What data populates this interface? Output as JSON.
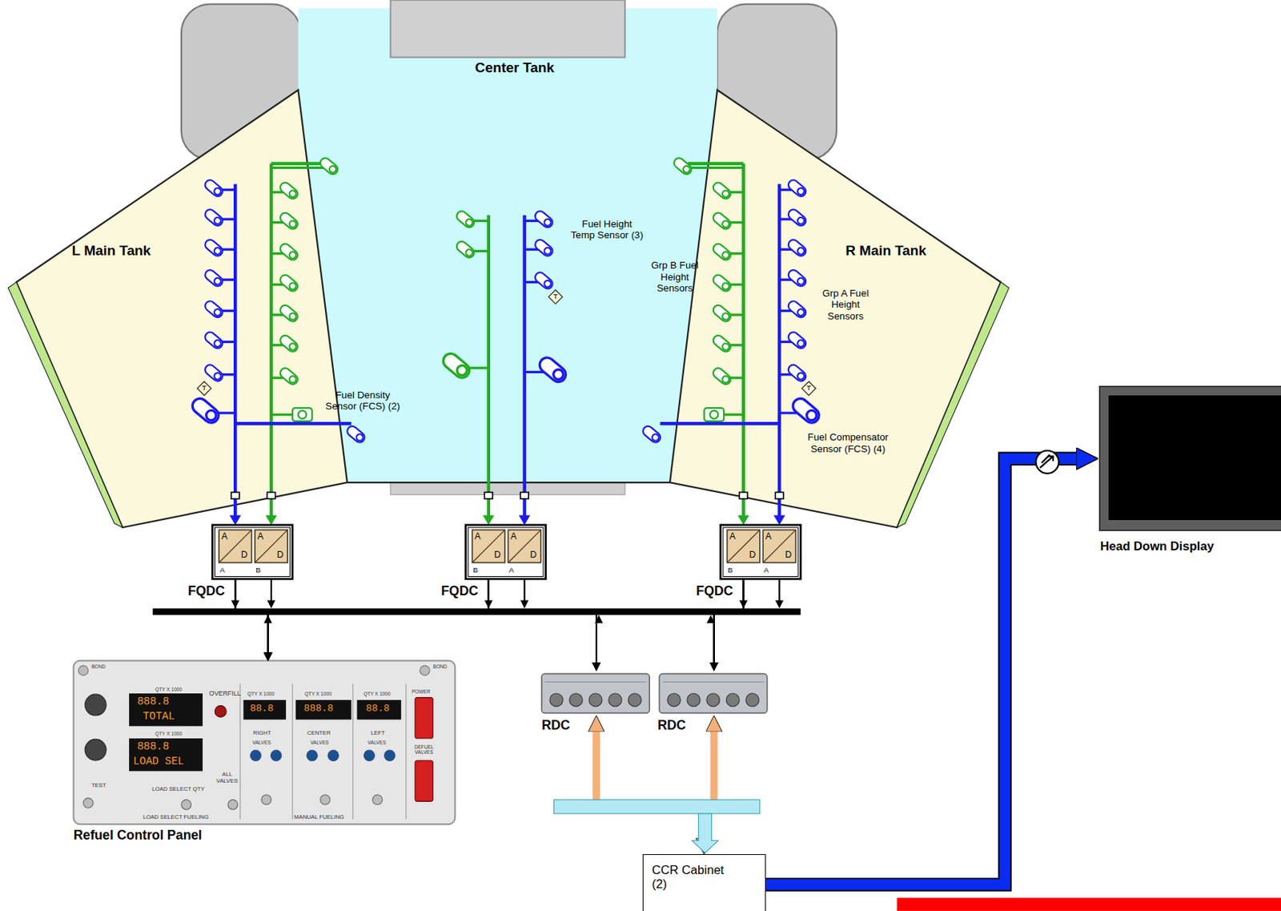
{
  "diagram": {
    "nodes": [
      {
        "text": [
          "FQDC",
          "A",
          "D",
          "A",
          "A",
          "D",
          "B"
        ]
      },
      {
        "text": [
          "FQDC",
          "A",
          "D",
          "B",
          "A",
          "D",
          "A"
        ]
      },
      {
        "text": [
          "FQDC",
          "A",
          "D",
          "B",
          "A",
          "D",
          "A"
        ]
      },
      {
        "text": [
          "Refuel Control Panel",
          "BOND",
          "BOND",
          "QTY X 1000",
          "888.8",
          "TOTAL",
          "OVERFILL",
          "QTY X 1000",
          "888.8",
          "LOAD SEL",
          "TEST",
          "LOAD SELECT QTY",
          "ALL VALVES",
          "LOAD SELECT FUELING",
          "QTY X 1000",
          "88.8",
          "RIGHT",
          "VALVES",
          "QTY X 1000",
          "888.8",
          "CENTER",
          "VALVES",
          "QTY X 1000",
          "88.8",
          "LEFT",
          "VALVES",
          "MANUAL FUELING",
          "POWER",
          "DEFUEL VALVES"
        ]
      },
      {
        "text": [
          "RDC"
        ]
      },
      {
        "text": [
          "RDC"
        ]
      },
      {
        "text": [
          "CCR Cabinet (2)"
        ]
      },
      {
        "text": [
          "Head Down Display"
        ]
      }
    ],
    "edges": [
      {
        "from": 0,
        "to": 3,
        "arrow": "to"
      },
      {
        "from": 0,
        "to": 4,
        "arrow": "to"
      },
      {
        "from": 0,
        "to": 5,
        "arrow": "to"
      },
      {
        "from": 1,
        "to": 3,
        "arrow": "to"
      },
      {
        "from": 1,
        "to": 4,
        "arrow": "to"
      },
      {
        "from": 1,
        "to": 5,
        "arrow": "to"
      },
      {
        "from": 2,
        "to": 3,
        "arrow": "to"
      },
      {
        "from": 2,
        "to": 4,
        "arrow": "to"
      },
      {
        "from": 2,
        "to": 5,
        "arrow": "to"
      },
      {
        "from": 4,
        "to": 6,
        "arrow": "both"
      },
      {
        "from": 5,
        "to": 6,
        "arrow": "both"
      },
      {
        "from": 6,
        "to": 7,
        "arrow": "to"
      }
    ],
    "labels": [
      "Center Tank",
      "L Main Tank",
      "R Main Tank",
      "Fuel Height Temp Sensor (3)",
      "Grp B Fuel Height Sensors",
      "Grp A Fuel Height Sensors",
      "Fuel Density Sensor (FCS) (2)",
      "Fuel Compensator Sensor (FCS) (4)",
      "T",
      "T",
      "T"
    ]
  }
}
